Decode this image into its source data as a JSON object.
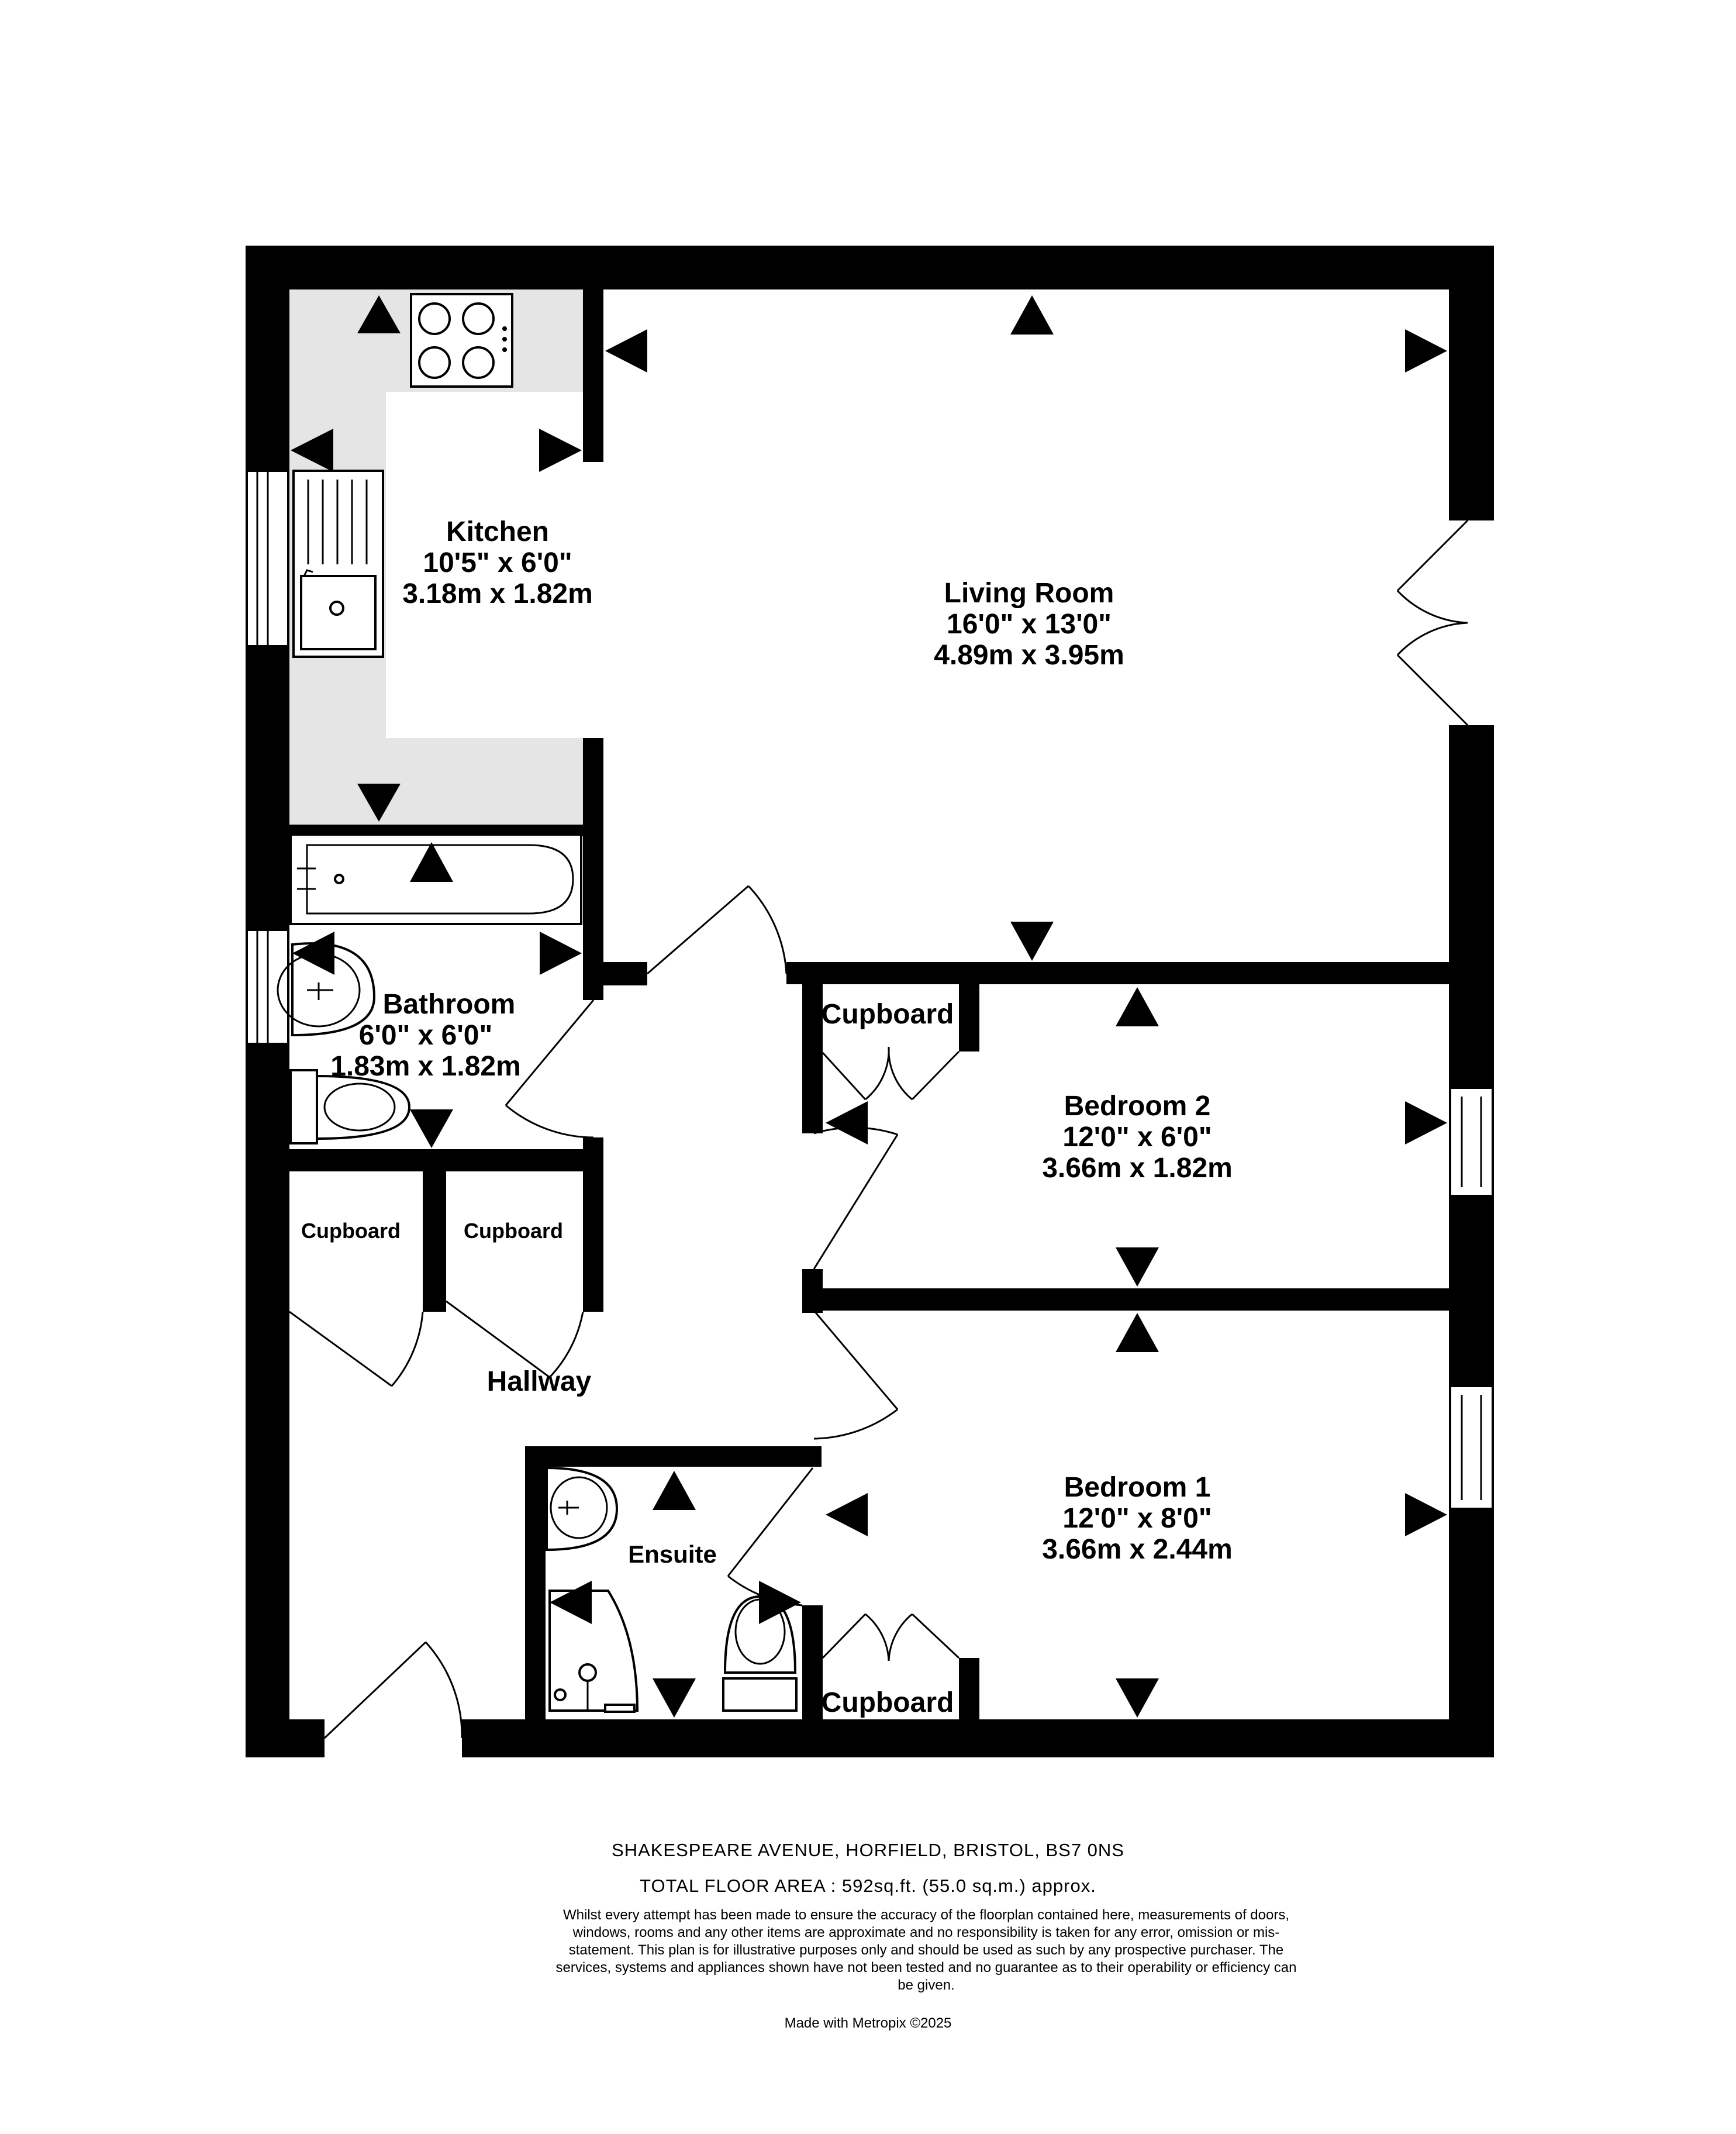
{
  "rooms": {
    "kitchen": {
      "name": "Kitchen",
      "imperial": "10'5\"  x 6'0\"",
      "metric": "3.18m  x 1.82m"
    },
    "living_room": {
      "name": "Living Room",
      "imperial": "16'0\"  x 13'0\"",
      "metric": "4.89m  x 3.95m"
    },
    "bathroom": {
      "name": "Bathroom",
      "imperial": "6'0\"  x 6'0\"",
      "metric": "1.83m  x 1.82m"
    },
    "bedroom_2": {
      "name": "Bedroom 2",
      "imperial": "12'0\"  x 6'0\"",
      "metric": "3.66m  x 1.82m"
    },
    "bedroom_1": {
      "name": "Bedroom 1",
      "imperial": "12'0\"  x 8'0\"",
      "metric": "3.66m  x 2.44m"
    },
    "hallway": {
      "name": "Hallway"
    },
    "ensuite": {
      "name": "Ensuite"
    }
  },
  "cupboards": {
    "hall_left": "Cupboard",
    "hall_right": "Cupboard",
    "bedroom_2": "Cupboard",
    "bedroom_1": "Cupboard"
  },
  "footer": {
    "address": "SHAKESPEARE AVENUE, HORFIELD, BRISTOL, BS7 0NS",
    "total_area": "TOTAL FLOOR AREA : 592sq.ft. (55.0 sq.m.) approx.",
    "disclaimer": "Whilst every attempt has been made to ensure the accuracy of the floorplan contained here, measurements of doors, windows, rooms and any other items are approximate and no responsibility is taken for any error, omission or mis-statement. This plan is for illustrative purposes only and should be used as such by any prospective purchaser. The services, systems and appliances shown have not been tested and no guarantee as to their operability or efficiency can be given.",
    "made_with": "Made with Metropix ©2025"
  },
  "colors": {
    "wall": "#000000",
    "kitchen_floor": "#e5e5e5",
    "background": "#ffffff"
  }
}
